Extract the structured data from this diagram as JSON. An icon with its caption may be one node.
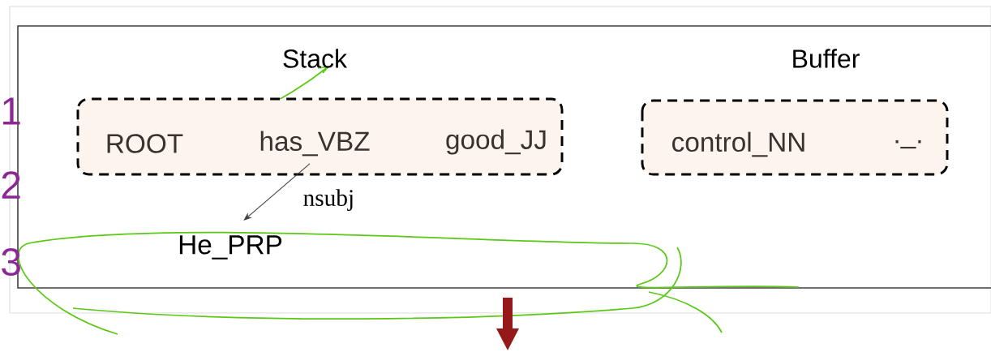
{
  "diagram": {
    "nodes": [
      {
        "text": [
          "Stack"
        ]
      },
      {
        "text": [
          "ROOT"
        ],
        "in": 0
      },
      {
        "text": [
          "has_VBZ"
        ],
        "in": 0
      },
      {
        "text": [
          "good_JJ"
        ],
        "in": 0
      },
      {
        "text": [
          "Buffer"
        ]
      },
      {
        "text": [
          "control_NN"
        ],
        "in": 4
      },
      {
        "text": [
          "._."
        ],
        "in": 4
      },
      {
        "text": [
          "He_PRP"
        ]
      }
    ],
    "edges": [
      {
        "from": 2,
        "to": 7,
        "arrow": "to",
        "label": "nsubj"
      }
    ],
    "labels": [
      "1",
      "2",
      "3"
    ]
  }
}
